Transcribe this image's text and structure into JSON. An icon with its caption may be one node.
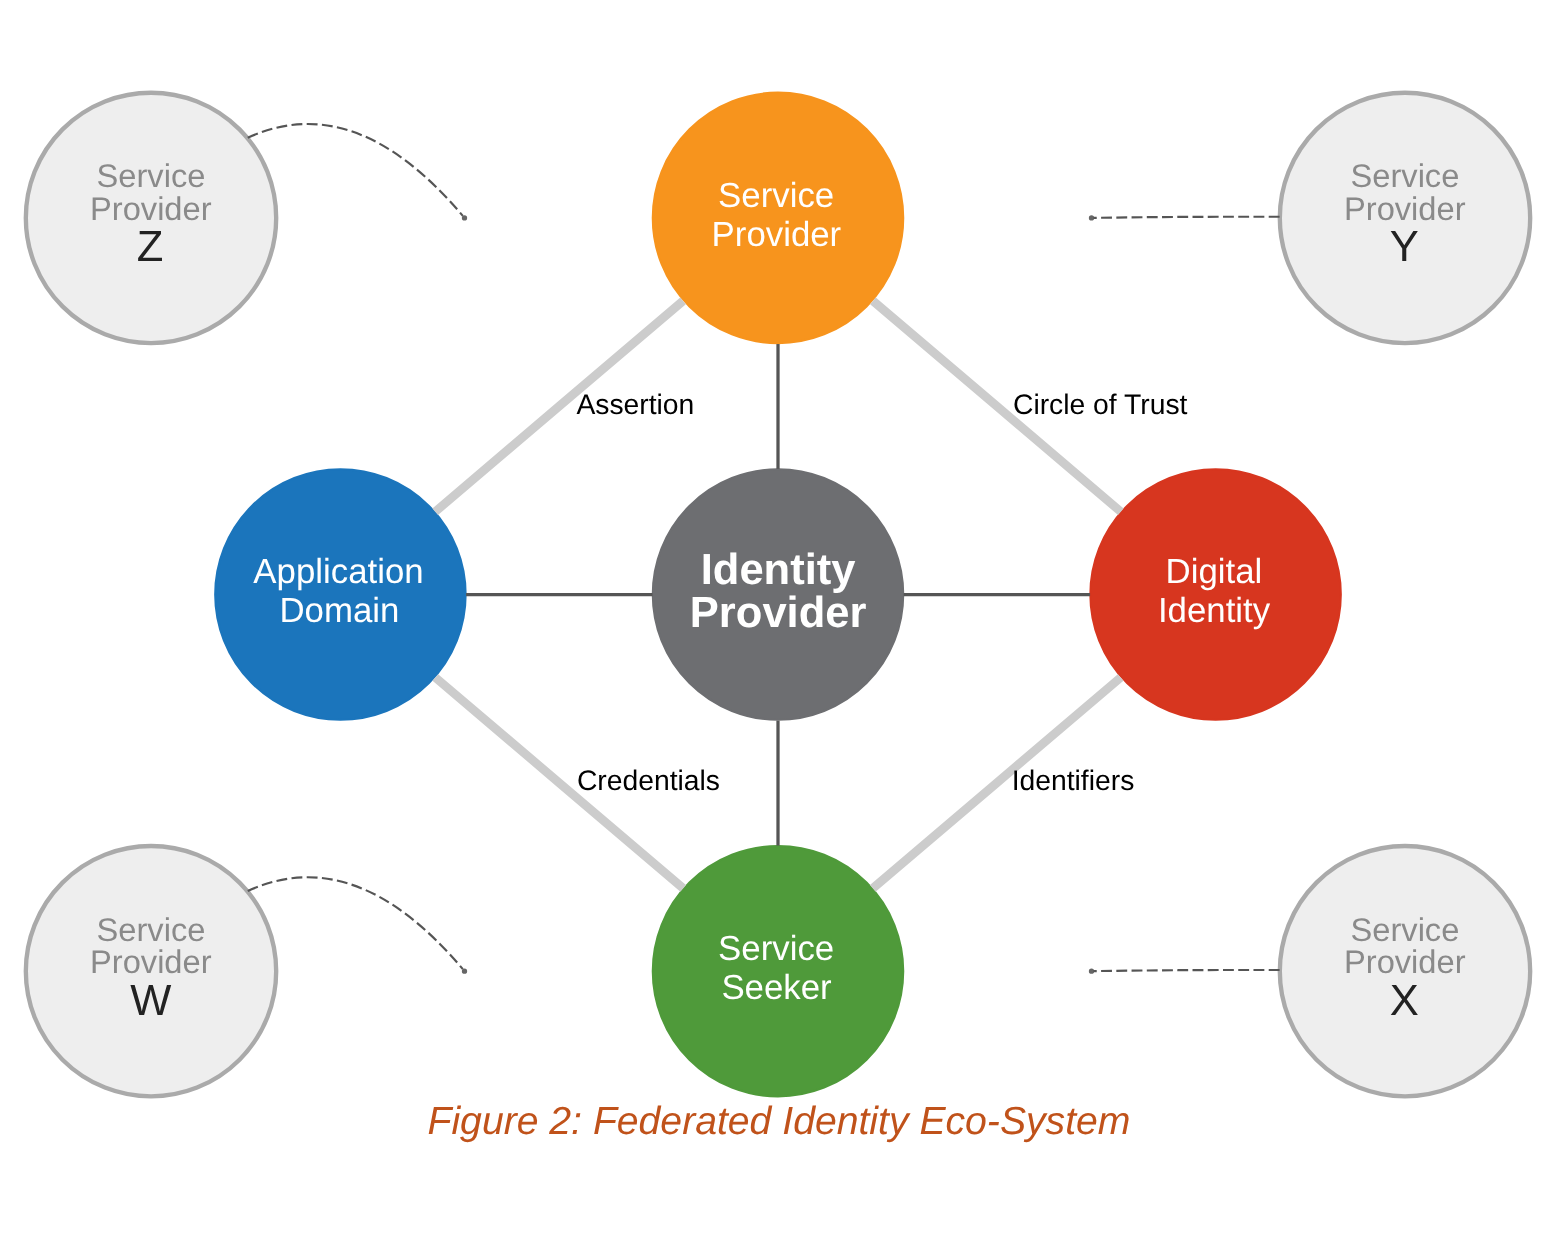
{
  "diagram": {
    "caption": "Figure 2: Federated Identity Eco-System",
    "nodes": [
      {
        "text": [
          "Service Provider",
          "Z"
        ]
      },
      {
        "text": [
          "Service Provider"
        ]
      },
      {
        "text": [
          "Service Provider",
          "Y"
        ]
      },
      {
        "text": [
          "Application Domain"
        ]
      },
      {
        "text": [
          "Identity Provider"
        ]
      },
      {
        "text": [
          "Digital Identity"
        ]
      },
      {
        "text": [
          "Service Provider",
          "W"
        ]
      },
      {
        "text": [
          "Service Seeker"
        ]
      },
      {
        "text": [
          "Service Provider",
          "X"
        ]
      }
    ],
    "edges": [
      {
        "from": 1,
        "to": 4,
        "arrow": "none"
      },
      {
        "from": 3,
        "to": 4,
        "arrow": "none"
      },
      {
        "from": 4,
        "to": 5,
        "arrow": "none"
      },
      {
        "from": 4,
        "to": 7,
        "arrow": "none"
      },
      {
        "from": 1,
        "to": 3,
        "arrow": "none",
        "label": "Assertion",
        "style": "thick",
        "color": "#cccccc"
      },
      {
        "from": 1,
        "to": 5,
        "arrow": "none",
        "label": "Circle of Trust",
        "style": "thick",
        "color": "#cccccc"
      },
      {
        "from": 3,
        "to": 7,
        "arrow": "none",
        "label": "Credentials",
        "style": "thick",
        "color": "#cccccc"
      },
      {
        "from": 7,
        "to": 5,
        "arrow": "none",
        "label": "Identifiers",
        "style": "thick",
        "color": "#cccccc"
      },
      {
        "from": 0,
        "to": null,
        "arrow": "none",
        "style": "dashed"
      },
      {
        "from": 2,
        "to": null,
        "arrow": "none",
        "style": "dashed"
      },
      {
        "from": 6,
        "to": null,
        "arrow": "none",
        "style": "dashed"
      },
      {
        "from": 8,
        "to": null,
        "arrow": "none",
        "style": "dashed"
      }
    ]
  }
}
